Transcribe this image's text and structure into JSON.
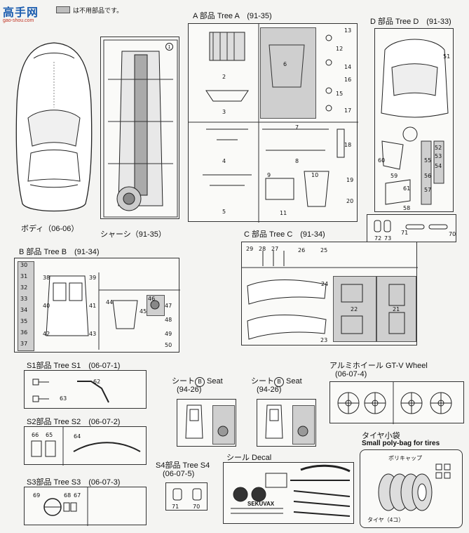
{
  "logo": {
    "text_main": "高手网",
    "text_sub": "gao-shou.com"
  },
  "legend": {
    "text": "は不用部品です。"
  },
  "body_part": {
    "label": "ボディ（06-06）"
  },
  "chassis": {
    "label": "シャーシ（91-35）",
    "part_no": "1"
  },
  "tree_a": {
    "label": "A 部品 Tree A　(91-35)",
    "parts": [
      "2",
      "3",
      "4",
      "5",
      "6",
      "7",
      "8",
      "9",
      "10",
      "11",
      "12",
      "13",
      "14",
      "15",
      "16",
      "17",
      "18",
      "19",
      "20"
    ]
  },
  "tree_d": {
    "label": "D 部品 Tree D　(91-33)",
    "parts": [
      "51",
      "52",
      "53",
      "54",
      "55",
      "56",
      "57",
      "58",
      "59",
      "60",
      "61",
      "70",
      "71",
      "72",
      "73"
    ]
  },
  "tree_b": {
    "label": "B 部品 Tree B　(91-34)",
    "parts": [
      "30",
      "31",
      "32",
      "33",
      "34",
      "35",
      "36",
      "37",
      "38",
      "39",
      "40",
      "41",
      "42",
      "43",
      "44",
      "45",
      "46",
      "47",
      "48",
      "49",
      "50"
    ]
  },
  "tree_c": {
    "label": "C 部品 Tree C　(91-34)",
    "parts": [
      "21",
      "22",
      "23",
      "24",
      "25",
      "26",
      "27",
      "28",
      "29"
    ]
  },
  "tree_s1": {
    "label": "S1部品 Tree S1　(06-07-1)",
    "parts": [
      "62",
      "63"
    ]
  },
  "tree_s2": {
    "label": "S2部品 Tree S2　(06-07-2)",
    "parts": [
      "64",
      "65",
      "66"
    ]
  },
  "tree_s3": {
    "label": "S3部品 Tree S3　(06-07-3)",
    "parts": [
      "67",
      "68",
      "69"
    ]
  },
  "tree_s4": {
    "label1": "S4部品 Tree S4",
    "label2": "(06-07-5)",
    "parts": [
      "70",
      "71"
    ]
  },
  "seat1": {
    "label1": "シート",
    "badge": "B",
    "label2": " Seat",
    "code": "(94-26)"
  },
  "seat2": {
    "label1": "シート",
    "badge": "B",
    "label2": " Seat",
    "code": "(94-26)"
  },
  "wheel": {
    "label1": "アルミホイール GT-V Wheel",
    "label2": "(06-07-4)"
  },
  "decal": {
    "label": "シール Decal",
    "brand": "SEKUVAX"
  },
  "tires": {
    "label1": "タイヤ小袋",
    "label2": "Small poly-bag for tires",
    "cap_label": "ポリキャップ",
    "tire_label": "タイヤ（4コ）"
  }
}
